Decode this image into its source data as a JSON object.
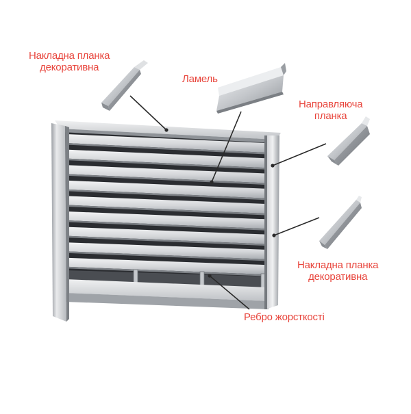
{
  "colors": {
    "label": "#e8453c",
    "leader": "#2a2a2a",
    "metal_light": "#e6e7e9",
    "metal_mid": "#b9bcc0",
    "metal_dark": "#6f7378",
    "gap": "#2b2d31"
  },
  "labels": {
    "top_strip": {
      "line1": "Накладна планка",
      "line2": "декоративна"
    },
    "lamel": {
      "text": "Ламель"
    },
    "guide": {
      "line1": "Направляюча",
      "line2": "планка"
    },
    "bottom_strip": {
      "line1": "Накладна планка",
      "line2": "декоративна"
    },
    "rib": {
      "text": "Ребро жорсткості"
    }
  },
  "parts": {
    "louver_count": 9,
    "rib_count": 3
  }
}
